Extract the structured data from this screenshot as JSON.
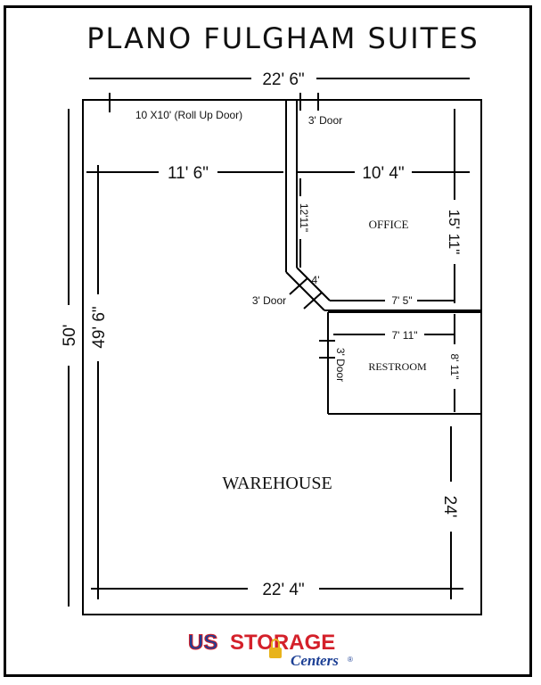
{
  "title": "PLANO FULGHAM SUITES",
  "dimensions": {
    "overall_width": "22' 6\"",
    "overall_height": "50'",
    "inner_height": "49' 6\"",
    "left_width": "11' 6\"",
    "office_width": "10' 4\"",
    "office_height": "15' 11\"",
    "corridor_length": "12'11\"",
    "diagonal": "4'",
    "office_bottom": "7' 5\"",
    "restroom_width": "7' 11\"",
    "restroom_height": "8' 11\"",
    "warehouse_right": "24'",
    "bottom_width": "22' 4\""
  },
  "labels": {
    "roll_up_door": "10 X10' (Roll Up Door)",
    "door_top": "3' Door",
    "door_left": "3' Door",
    "door_restroom": "3' Door",
    "office": "OFFICE",
    "restroom": "RESTROOM",
    "warehouse": "WAREHOUSE"
  },
  "logo": {
    "us": "US",
    "storage": "STORAGE",
    "centers": "Centers",
    "registered": "®"
  },
  "colors": {
    "line": "#000000",
    "logo_red": "#d4202a",
    "logo_blue": "#1c3f94",
    "logo_gold": "#e8b31b"
  }
}
